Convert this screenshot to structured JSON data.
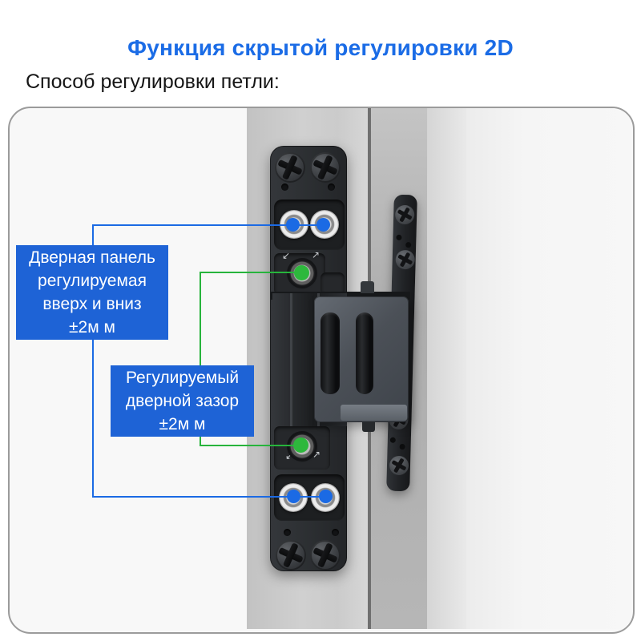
{
  "header": {
    "title": "Функция скрытой регулировки 2D",
    "subtitle": "Способ регулировки петли:"
  },
  "annotations": {
    "panel_adjust": {
      "line1": "Дверная панель",
      "line2": "регулируемая",
      "line3": "вверх и вниз",
      "line4": "±2м м"
    },
    "gap_adjust": {
      "line1": "Регулируемый",
      "line2": "дверной зазор",
      "line3": "±2м м"
    }
  },
  "colors": {
    "title_blue": "#1b6ce6",
    "label_bg_blue": "#1e63d6",
    "connector_blue": "#1b6ae4",
    "connector_green": "#27b43c",
    "marker_dot_blue": "#1b6ae4",
    "marker_dot_green": "#2db83c",
    "hinge_black": "#2c2f32",
    "door_jamb_gray": "#cccccc",
    "door_edge_gray": "#b3b3b3"
  },
  "icons": {
    "adjust_arrow_left": "↙",
    "adjust_arrow_right": "↗"
  }
}
